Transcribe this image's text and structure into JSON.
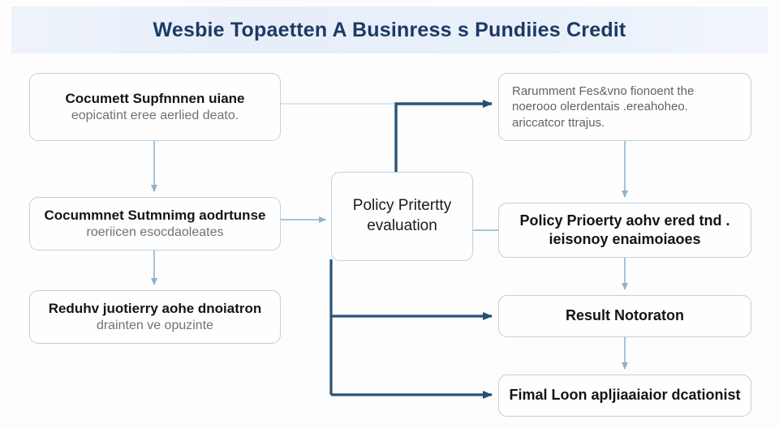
{
  "page": {
    "title": "Wesbie Topaetten  A Businress s Pundiies Credit",
    "background_color": "#fdfdfd",
    "banner_color": "#e8eff9",
    "title_color": "#1c3a63",
    "box_border_color": "#b9d2e4",
    "box_fill_color": "#fefeff",
    "arrow_dark_color": "#2b5476",
    "arrow_light_color": "#9fbed4"
  },
  "nodes": {
    "doc_submission": {
      "line1": "Cocumett Supfnnnen uiane",
      "line2": "eopicatint eree aerlied deato."
    },
    "doc_summary": {
      "line1": "Cocummnet Sutmnimg aodrtunse",
      "line2": "roeriicen esocdaoleates"
    },
    "review_quality": {
      "line1": "Reduhv juotierry  aohe dnoiatron",
      "line2": "drainten ve opuzinte"
    },
    "policy_evaluation": {
      "line1": "Policy Pritertty",
      "line2": "evaluation"
    },
    "requirement_review": {
      "line1": "Rarumment Fes&vno fionoent the",
      "line2": "noerooo olerdentais .ereahoheo.",
      "line3": "ariccatcor ttrajus."
    },
    "policy_priority": {
      "line1": "Policy Prioerty  aohv ered tnd .",
      "line2": "ieisonoy enaimoiaoes"
    },
    "result_notification": {
      "line1": "Result Notoraton"
    },
    "final_loan": {
      "line1": "Fimal Loon apljiaaiaior dcationist"
    }
  }
}
